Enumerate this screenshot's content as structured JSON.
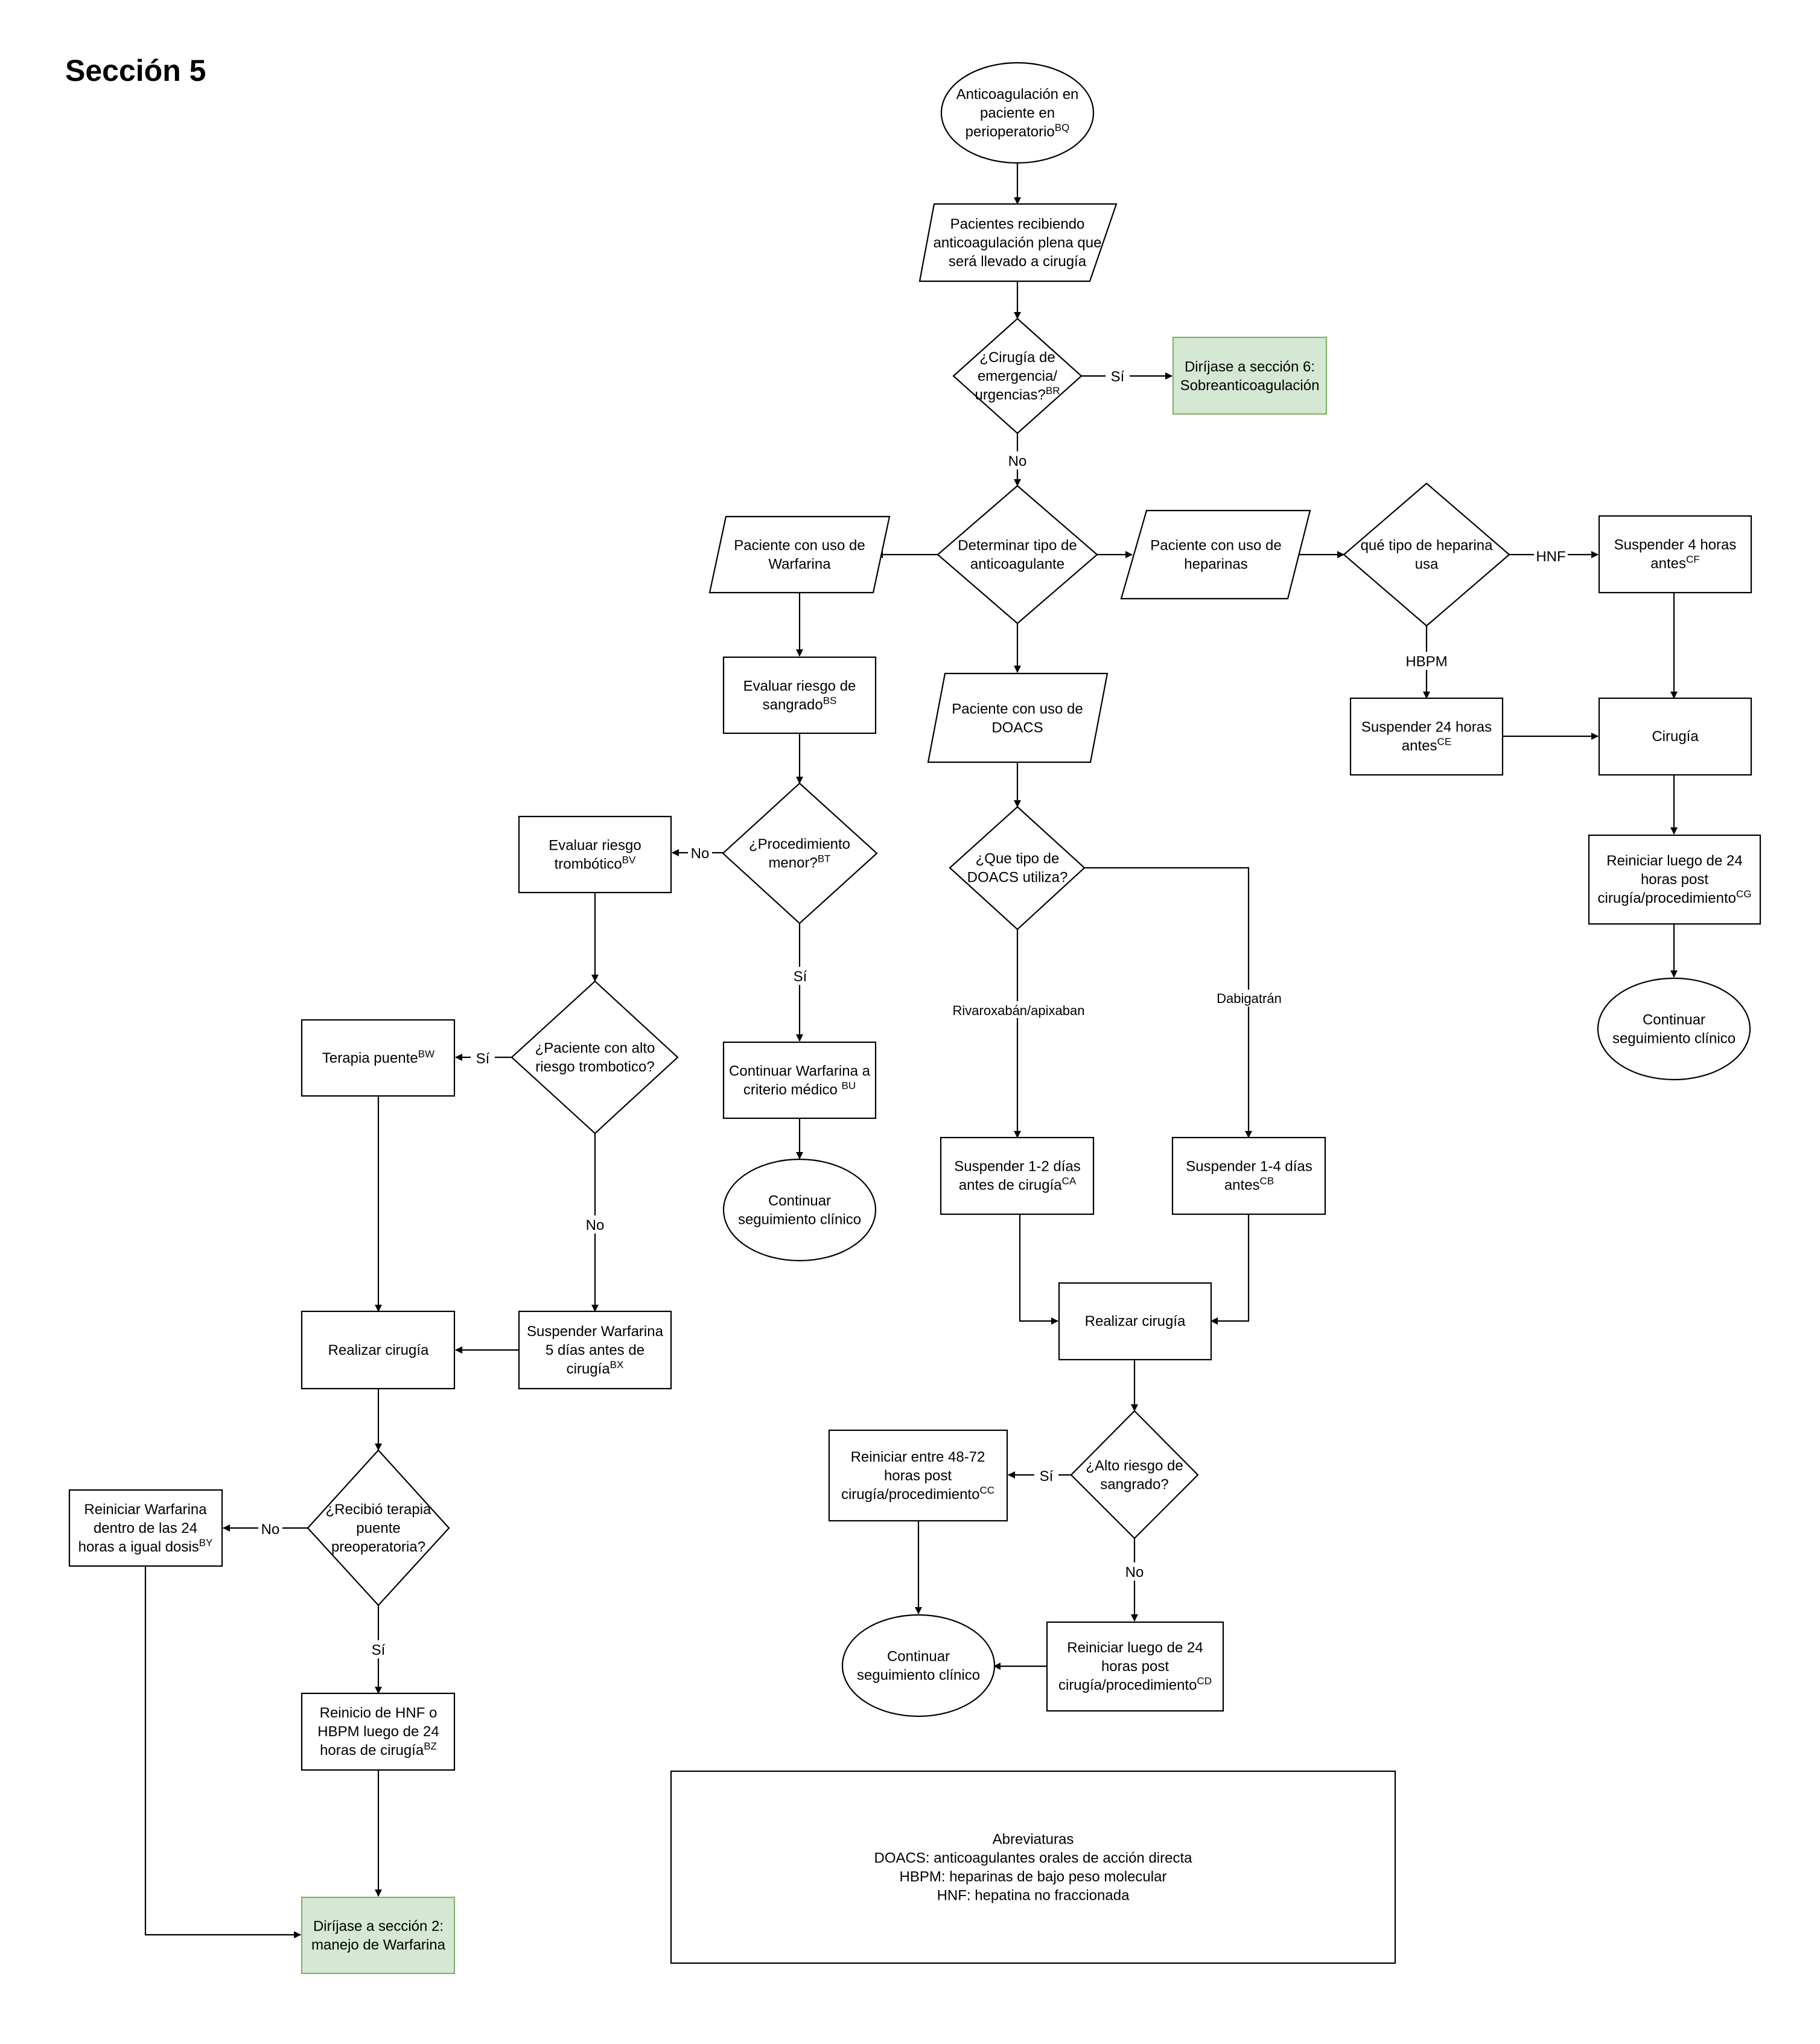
{
  "title": "Sección 5",
  "nodes": {
    "start": {
      "lines": [
        {
          "t": "Anticoagulación en"
        },
        {
          "t": "paciente en"
        },
        {
          "t": "perioperatorio",
          "sup": "BQ"
        }
      ]
    },
    "pacientes": {
      "lines": [
        {
          "t": "Pacientes recibiendo"
        },
        {
          "t": "anticoagulación plena que"
        },
        {
          "t": "será llevado a cirugía"
        }
      ]
    },
    "cirugia_emerg": {
      "lines": [
        {
          "t": "¿Cirugía de"
        },
        {
          "t": "emergencia/"
        },
        {
          "t": "urgencias?",
          "sup": "BR"
        }
      ]
    },
    "seccion6": {
      "lines": [
        {
          "t": "Diríjase a sección 6:"
        },
        {
          "t": "Sobreanticoagulación"
        }
      ]
    },
    "determinar": {
      "lines": [
        {
          "t": "Determinar tipo de"
        },
        {
          "t": "anticoagulante"
        }
      ]
    },
    "warfarina": {
      "lines": [
        {
          "t": "Paciente con uso de"
        },
        {
          "t": "Warfarina"
        }
      ]
    },
    "heparinas": {
      "lines": [
        {
          "t": "Paciente con uso de"
        },
        {
          "t": "heparinas"
        }
      ]
    },
    "tipo_heparina": {
      "lines": [
        {
          "t": "qué tipo de heparina"
        },
        {
          "t": "usa"
        }
      ]
    },
    "susp4h": {
      "lines": [
        {
          "t": "Suspender 4 horas"
        },
        {
          "t": "antes",
          "sup": "CF"
        }
      ]
    },
    "susp24h": {
      "lines": [
        {
          "t": "Suspender 24 horas"
        },
        {
          "t": "antes",
          "sup": "CE"
        }
      ]
    },
    "cirugia_hep": {
      "lines": [
        {
          "t": "Cirugía"
        }
      ]
    },
    "reiniciar24_hep": {
      "lines": [
        {
          "t": "Reiniciar luego de 24"
        },
        {
          "t": "horas post"
        },
        {
          "t": "cirugía/procedimiento",
          "sup": "CG"
        }
      ]
    },
    "continuar_hep": {
      "lines": [
        {
          "t": "Continuar"
        },
        {
          "t": "seguimiento clínico"
        }
      ]
    },
    "evaluar_sangrado": {
      "lines": [
        {
          "t": "Evaluar riesgo de"
        },
        {
          "t": "sangrado",
          "sup": "BS"
        }
      ]
    },
    "doacs": {
      "lines": [
        {
          "t": "Paciente con uso de"
        },
        {
          "t": "DOACS"
        }
      ]
    },
    "proc_menor": {
      "lines": [
        {
          "t": "¿Procedimiento"
        },
        {
          "t": "menor?",
          "sup": "BT"
        }
      ]
    },
    "evaluar_trombotico": {
      "lines": [
        {
          "t": "Evaluar riesgo"
        },
        {
          "t": "trombótico",
          "sup": "BV"
        }
      ]
    },
    "tipo_doacs": {
      "lines": [
        {
          "t": "¿Que tipo de"
        },
        {
          "t": "DOACS utiliza?"
        }
      ]
    },
    "continuar_warf": {
      "lines": [
        {
          "t": "Continuar Warfarina a"
        },
        {
          "t": "criterio médico ",
          "sup": "BU"
        }
      ]
    },
    "continuar_warf_seg": {
      "lines": [
        {
          "t": "Continuar"
        },
        {
          "t": "seguimiento clínico"
        }
      ]
    },
    "alto_trombotico": {
      "lines": [
        {
          "t": "¿Paciente con alto"
        },
        {
          "t": "riesgo trombotico?"
        }
      ]
    },
    "terapia_puente": {
      "lines": [
        {
          "t": "Terapia puente",
          "sup": "BW"
        }
      ]
    },
    "susp_1_2": {
      "lines": [
        {
          "t": "Suspender 1-2 días"
        },
        {
          "t": "antes de cirugía",
          "sup": "CA"
        }
      ]
    },
    "susp_1_4": {
      "lines": [
        {
          "t": "Suspender 1-4 días"
        },
        {
          "t": "antes",
          "sup": "CB"
        }
      ]
    },
    "realizar_cir_doacs": {
      "lines": [
        {
          "t": "Realizar cirugía"
        }
      ]
    },
    "realizar_cir_warf": {
      "lines": [
        {
          "t": "Realizar cirugía"
        }
      ]
    },
    "susp_warf5": {
      "lines": [
        {
          "t": "Suspender Warfarina"
        },
        {
          "t": "5 días antes de"
        },
        {
          "t": "cirugía",
          "sup": "BX"
        }
      ]
    },
    "alto_sangrado": {
      "lines": [
        {
          "t": "¿Alto riesgo de"
        },
        {
          "t": "sangrado?"
        }
      ]
    },
    "reiniciar48": {
      "lines": [
        {
          "t": "Reiniciar entre 48-72"
        },
        {
          "t": "horas post"
        },
        {
          "t": "cirugía/procedimiento",
          "sup": "CC"
        }
      ]
    },
    "reiniciar24_doacs": {
      "lines": [
        {
          "t": "Reiniciar luego de 24"
        },
        {
          "t": "horas post"
        },
        {
          "t": "cirugía/procedimiento",
          "sup": "CD"
        }
      ]
    },
    "continuar_doacs": {
      "lines": [
        {
          "t": "Continuar"
        },
        {
          "t": "seguimiento clínico"
        }
      ]
    },
    "recibio_puente": {
      "lines": [
        {
          "t": "¿Recibió terapia"
        },
        {
          "t": "puente"
        },
        {
          "t": "preoperatoria?"
        }
      ]
    },
    "reiniciar_warf": {
      "lines": [
        {
          "t": "Reiniciar Warfarina"
        },
        {
          "t": "dentro de las 24"
        },
        {
          "t": "horas a igual dosis",
          "sup": "BY"
        }
      ]
    },
    "reinicio_hnf": {
      "lines": [
        {
          "t": "Reinicio de HNF o"
        },
        {
          "t": "HBPM luego de 24"
        },
        {
          "t": "horas de cirugía",
          "sup": "BZ"
        }
      ]
    },
    "seccion2": {
      "lines": [
        {
          "t": "Diríjase a sección 2:"
        },
        {
          "t": "manejo de Warfarina"
        }
      ]
    },
    "abreviaturas": {
      "lines": [
        {
          "t": "Abreviaturas"
        },
        {
          "t": "DOACS: anticoagulantes orales de acción directa"
        },
        {
          "t": "HBPM: heparinas de bajo peso molecular"
        },
        {
          "t": "HNF: hepatina no fraccionada"
        }
      ]
    }
  },
  "edge_labels": {
    "si_emerg": "Sí",
    "no_emerg": "No",
    "hnf": "HNF",
    "hbpm": "HBPM",
    "no_menor": "No",
    "si_menor": "Sí",
    "rivaroxaban": "Rivaroxabán/apixaban",
    "dabigatran": "Dabigatrán",
    "si_trombotico": "Sí",
    "no_trombotico": "No",
    "si_sangrado": "Sí",
    "no_sangrado": "No",
    "no_puente": "No",
    "si_puente": "Sí"
  },
  "colors": {
    "decision_box_fill": "#d5e8d4",
    "decision_box_stroke": "#82b366",
    "line": "#000000"
  }
}
